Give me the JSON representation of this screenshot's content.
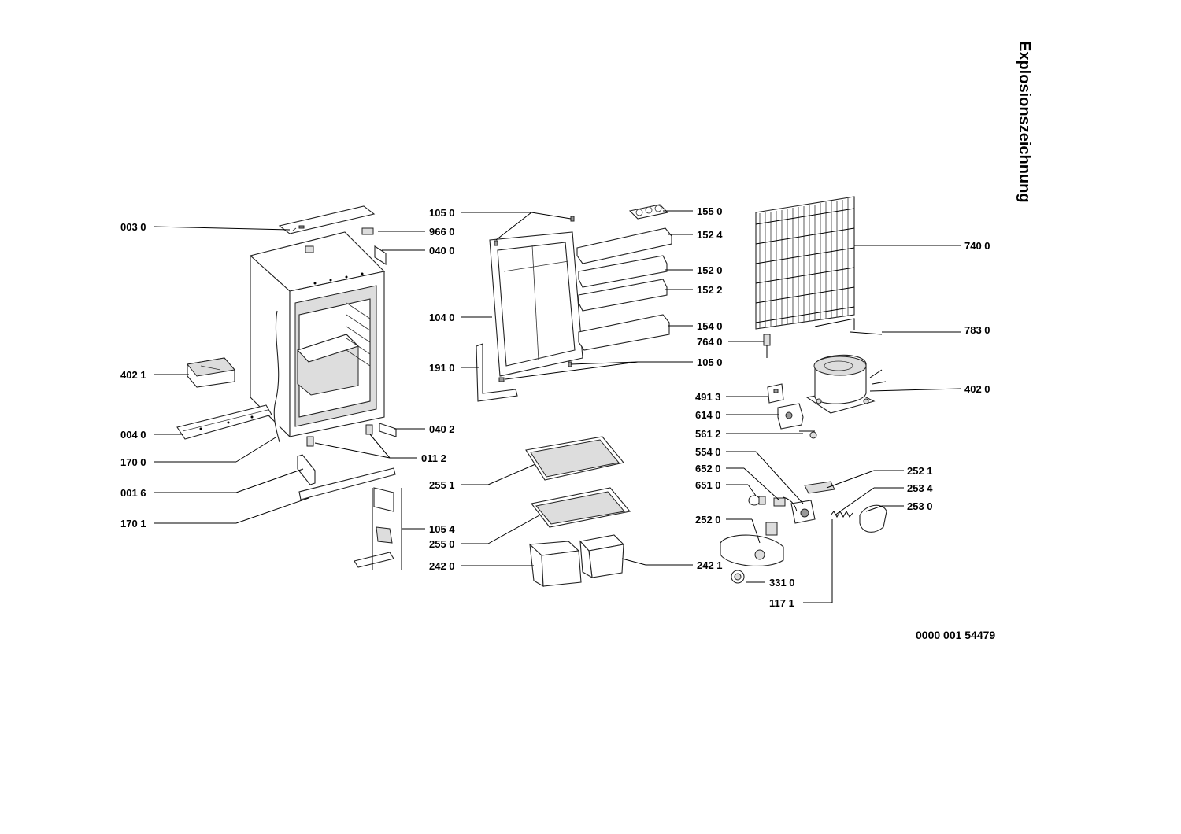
{
  "title": "Explosionszeichnung",
  "document_code": "0000 001 54479",
  "labels": [
    {
      "id": "p0030",
      "text": "003 0"
    },
    {
      "id": "p9660",
      "text": "966 0"
    },
    {
      "id": "p0400",
      "text": "040 0"
    },
    {
      "id": "p4021",
      "text": "402 1"
    },
    {
      "id": "p0040",
      "text": "004 0"
    },
    {
      "id": "p1700",
      "text": "170 0"
    },
    {
      "id": "p0016",
      "text": "001 6"
    },
    {
      "id": "p1701",
      "text": "170 1"
    },
    {
      "id": "p0402",
      "text": "040 2"
    },
    {
      "id": "p0112",
      "text": "011 2"
    },
    {
      "id": "p1054",
      "text": "105 4"
    },
    {
      "id": "p1050a",
      "text": "105 0"
    },
    {
      "id": "p1040",
      "text": "104 0"
    },
    {
      "id": "p1910",
      "text": "191 0"
    },
    {
      "id": "p1050b",
      "text": "105 0"
    },
    {
      "id": "p1550",
      "text": "155 0"
    },
    {
      "id": "p1524",
      "text": "152 4"
    },
    {
      "id": "p1520",
      "text": "152 0"
    },
    {
      "id": "p1522",
      "text": "152 2"
    },
    {
      "id": "p1540",
      "text": "154 0"
    },
    {
      "id": "p7640",
      "text": "764 0"
    },
    {
      "id": "p2551",
      "text": "255 1"
    },
    {
      "id": "p2550",
      "text": "255 0"
    },
    {
      "id": "p2420",
      "text": "242 0"
    },
    {
      "id": "p2421",
      "text": "242 1"
    },
    {
      "id": "p7400",
      "text": "740 0"
    },
    {
      "id": "p7830",
      "text": "783 0"
    },
    {
      "id": "p4020",
      "text": "402 0"
    },
    {
      "id": "p4913",
      "text": "491 3"
    },
    {
      "id": "p6140",
      "text": "614 0"
    },
    {
      "id": "p5612",
      "text": "561 2"
    },
    {
      "id": "p5540",
      "text": "554 0"
    },
    {
      "id": "p6520",
      "text": "652 0"
    },
    {
      "id": "p6510",
      "text": "651 0"
    },
    {
      "id": "p2520",
      "text": "252 0"
    },
    {
      "id": "p3310",
      "text": "331 0"
    },
    {
      "id": "p1171",
      "text": "117 1"
    },
    {
      "id": "p2521",
      "text": "252 1"
    },
    {
      "id": "p2534",
      "text": "253 4"
    },
    {
      "id": "p2530",
      "text": "253 0"
    }
  ]
}
